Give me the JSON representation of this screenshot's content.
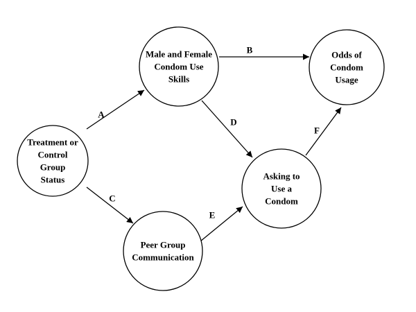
{
  "nodes": [
    {
      "id": "treatment",
      "lines": [
        "Treatment or",
        "Control",
        "Group",
        "Status"
      ]
    },
    {
      "id": "skills",
      "lines": [
        "Male and Female",
        "Condom Use",
        "Skills"
      ]
    },
    {
      "id": "odds",
      "lines": [
        "Odds of",
        "Condom",
        "Usage"
      ]
    },
    {
      "id": "asking",
      "lines": [
        "Asking to",
        "Use a",
        "Condom"
      ]
    },
    {
      "id": "peer",
      "lines": [
        "Peer Group",
        "Communication"
      ]
    }
  ],
  "edges": [
    {
      "from": "treatment",
      "to": "skills",
      "label": "A"
    },
    {
      "from": "skills",
      "to": "odds",
      "label": "B"
    },
    {
      "from": "treatment",
      "to": "peer",
      "label": "C"
    },
    {
      "from": "skills",
      "to": "asking",
      "label": "D"
    },
    {
      "from": "peer",
      "to": "asking",
      "label": "E"
    },
    {
      "from": "asking",
      "to": "odds",
      "label": "F"
    }
  ]
}
